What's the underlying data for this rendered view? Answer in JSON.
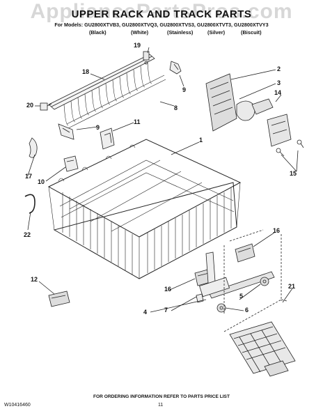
{
  "watermark": "AppliancePartsPros.com",
  "title": "UPPER RACK AND TRACK PARTS",
  "models_line": "For Models: GU2800XTVB3, GU2800XTVQ3, GU2800XTVS3, GU2800XTVT3, GU2800XTVY3",
  "colors": [
    "(Black)",
    "(White)",
    "(Stainless)",
    "(Silver)",
    "(Biscuit)"
  ],
  "callouts": [
    "19",
    "18",
    "9",
    "2",
    "3",
    "14",
    "20",
    "8",
    "11",
    "9",
    "1",
    "17",
    "10",
    "15",
    "22",
    "16",
    "12",
    "16",
    "7",
    "5",
    "6",
    "4",
    "21"
  ],
  "footer": {
    "note": "FOR ORDERING INFORMATION REFER TO PARTS PRICE LIST",
    "doc_code": "W10416460",
    "page_number": "11"
  }
}
